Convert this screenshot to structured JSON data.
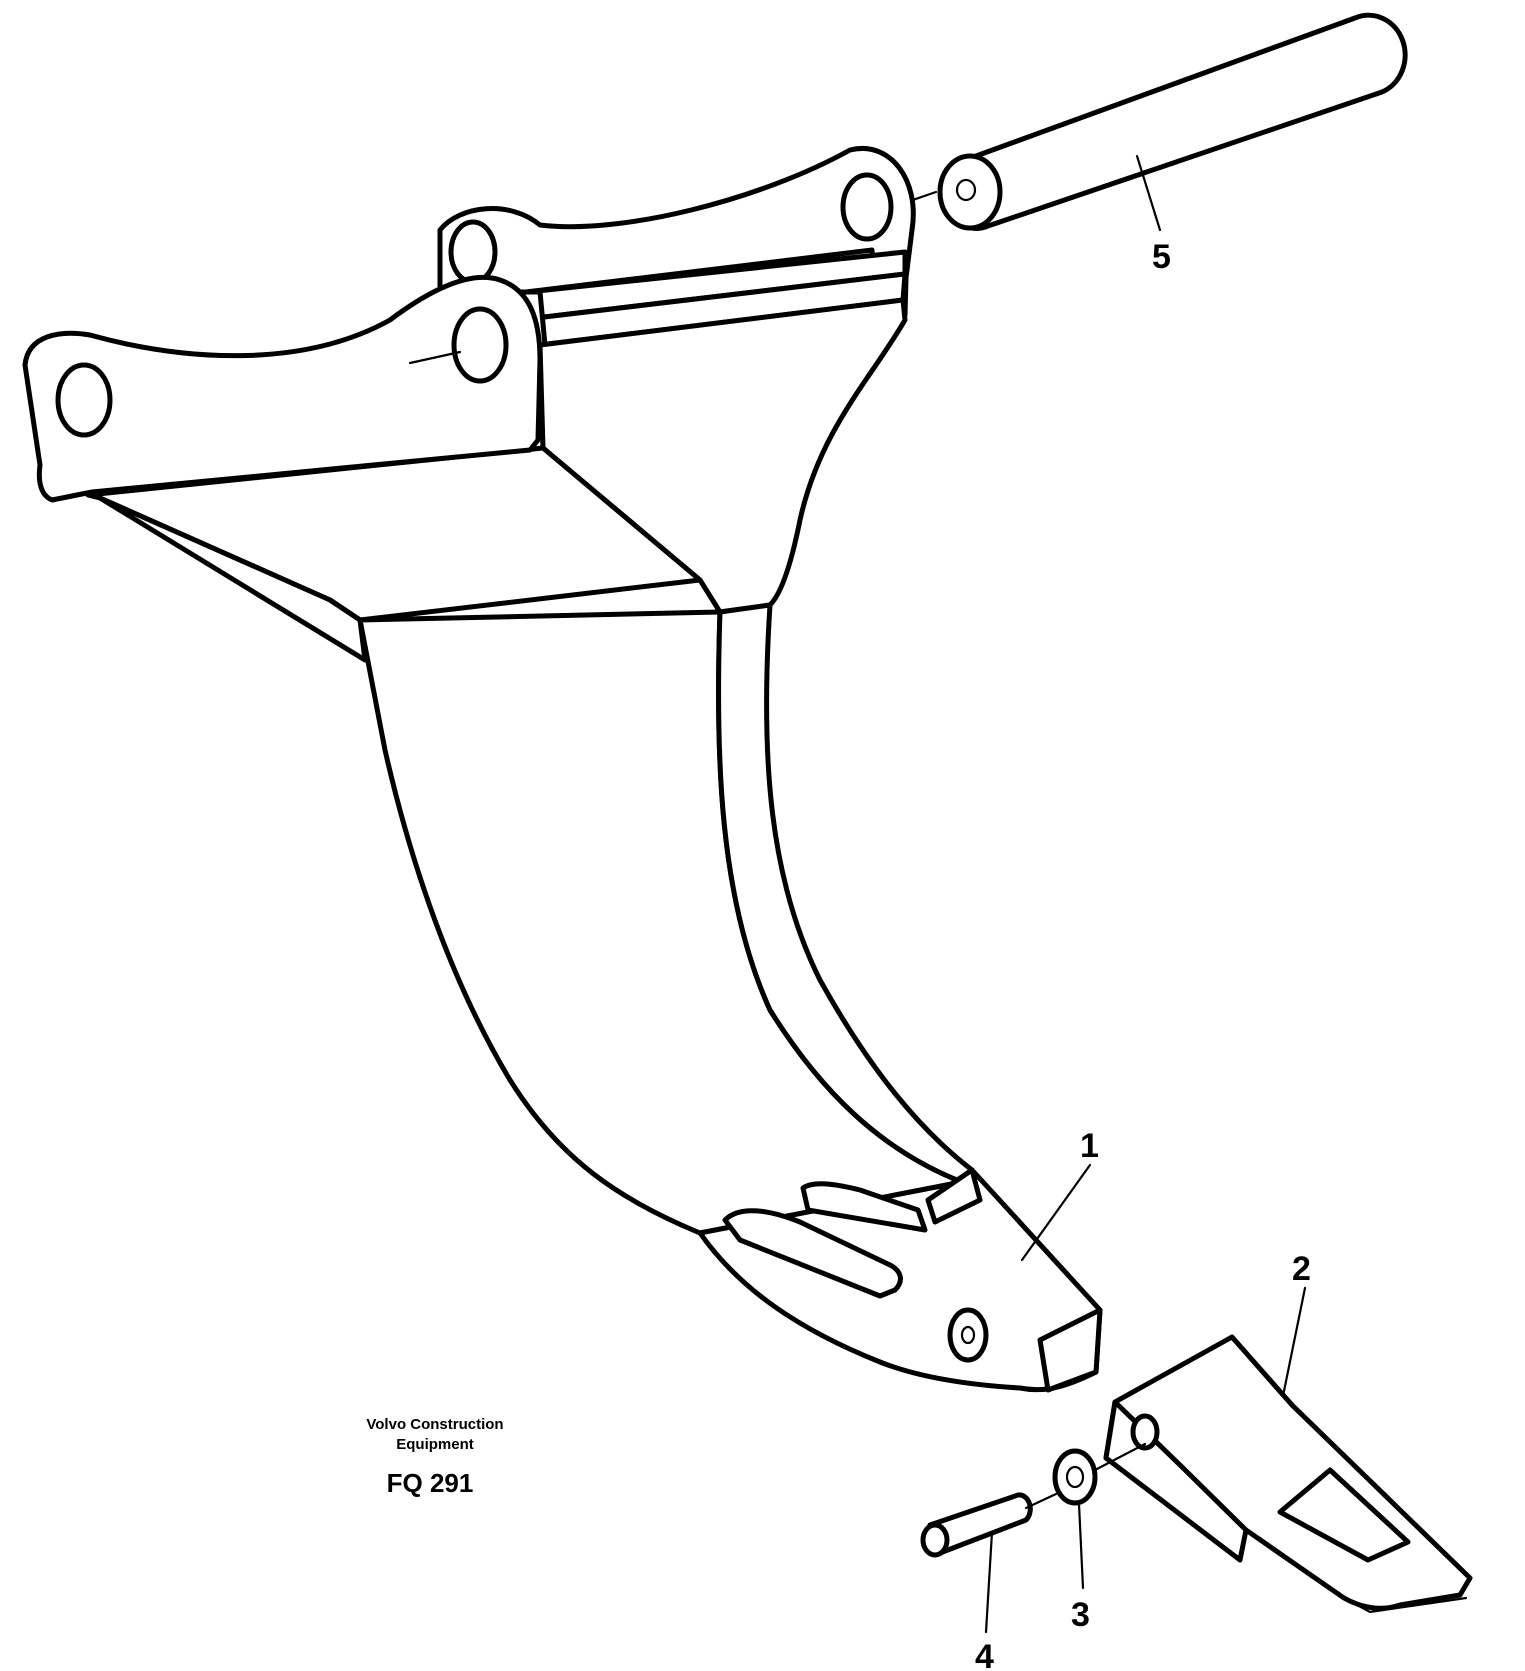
{
  "footer": {
    "brand_line1": "Volvo Construction",
    "brand_line2": "Equipment",
    "figure_code": "FQ 291"
  },
  "callouts": [
    {
      "id": "1",
      "label": "1"
    },
    {
      "id": "2",
      "label": "2"
    },
    {
      "id": "3",
      "label": "3"
    },
    {
      "id": "4",
      "label": "4"
    },
    {
      "id": "5",
      "label": "5"
    }
  ]
}
